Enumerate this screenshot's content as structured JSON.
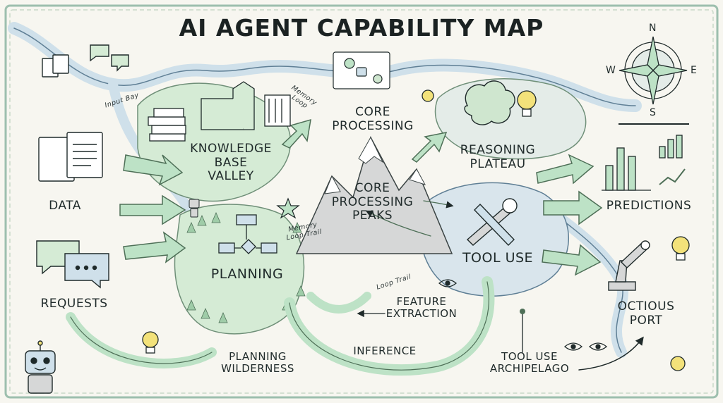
{
  "title": "AI AGENT CAPABILITY MAP",
  "regions": {
    "knowledge_base_valley": "KNOWLEDGE\nBASE\nVALLEY",
    "core_processing": "CORE\nPROCESSING",
    "core_processing_peaks": "CORE\nPROCESSING\nPEAKS",
    "reasoning_plateau": "REASONING\nPLATEAU",
    "planning": "PLANNING",
    "tool_use": "TOOL USE",
    "feature_extraction": "FEATURE\nEXTRACTION",
    "inference": "INFERENCE",
    "planning_wilderness": "PLANNING\nWILDERNESS",
    "tool_use_archipelago": "TOOL USE\nARCHIPELAGO"
  },
  "inputs": {
    "data": "DATA",
    "requests": "REQUESTS"
  },
  "outputs": {
    "predictions": "PREDICTIONS",
    "octious_port": "OCTIOUS\nPORT"
  },
  "small_labels": {
    "input_bay": "Input Bay",
    "memory_loop": "Memory Loop",
    "memory_loop_trail": "Memory\nLoop Trail",
    "loop_trail": "Loop Trail"
  },
  "compass": {
    "north": "N",
    "south": "S",
    "east": "E",
    "west": "W"
  },
  "colors": {
    "river": "#cfe0ea",
    "river_edge": "#5f7f95",
    "land_green": "#cfe6cf",
    "arrow_green": "#bde2c6",
    "ink": "#1f2a2a",
    "mountain": "#d6d7d7",
    "accent_yellow": "#f3e27a"
  },
  "icons": [
    "documents-icon",
    "chat-bubbles-icon",
    "books-icon",
    "school-icon",
    "brain-icon",
    "lightbulb-icon",
    "wrench-icon",
    "bar-chart-icon",
    "robot-arm-icon",
    "robot-mascot-icon",
    "compass-rose-icon",
    "eye-icon",
    "star-icon",
    "flowchart-icon"
  ]
}
